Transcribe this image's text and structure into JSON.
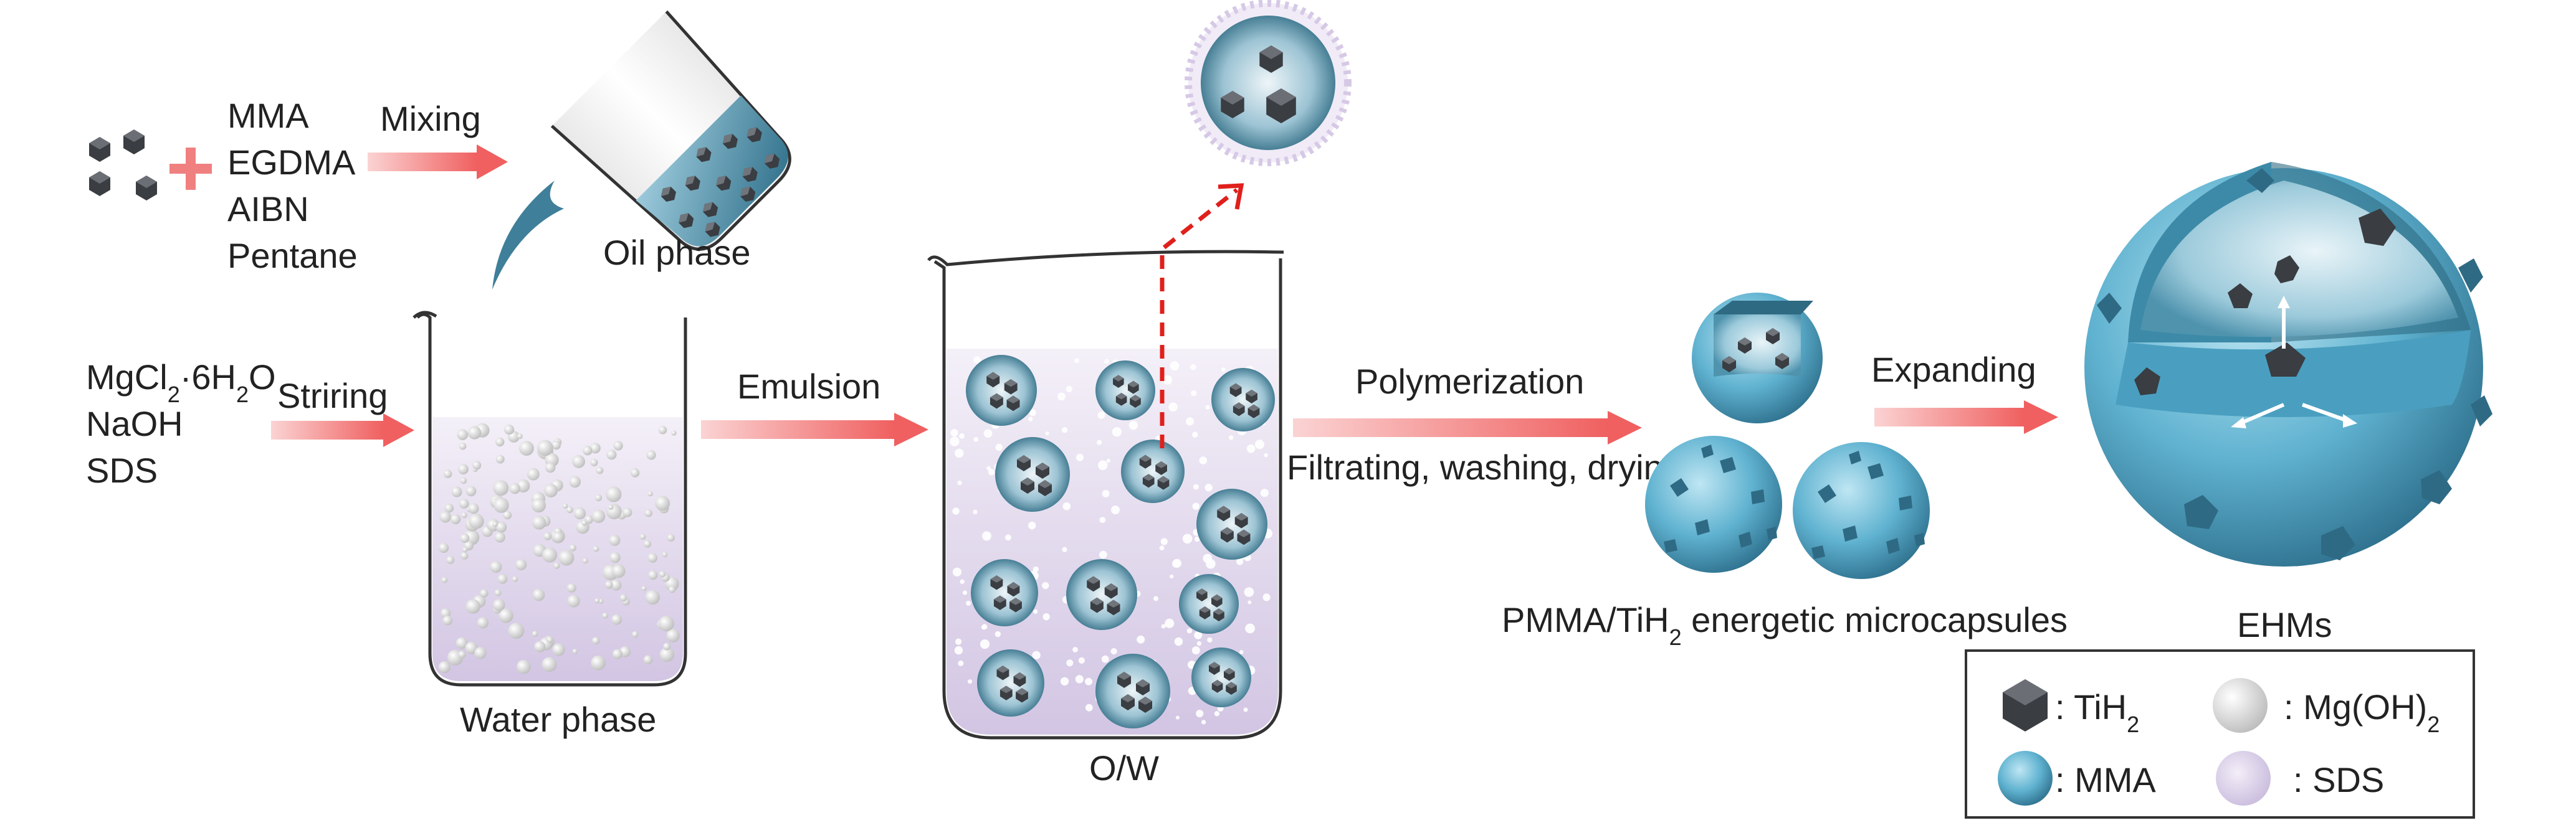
{
  "reagents_oil": [
    "MMA",
    "EGDMA",
    "AIBN",
    "Pentane"
  ],
  "reagents_water": {
    "line1": {
      "main": "MgCl",
      "sub1": "2",
      "mid": "·6H",
      "sub2": "2",
      "end": "O"
    },
    "line2": "NaOH",
    "line3": "SDS"
  },
  "steps": {
    "mixing": "Mixing",
    "striring": "Striring",
    "emulsion": "Emulsion",
    "polymerization": "Polymerization",
    "filtrating": "Filtrating, washing, drying",
    "expanding": "Expanding"
  },
  "labels": {
    "oil_phase": "Oil phase",
    "water_phase": "Water phase",
    "ow": "O/W",
    "microcapsules": {
      "pre": "PMMA/TiH",
      "sub": "2",
      "post": " energetic microcapsules"
    },
    "ehms": "EHMs"
  },
  "legend": {
    "items": [
      {
        "pre": ": TiH",
        "sub": "2",
        "post": "",
        "icon": "tih2-icon"
      },
      {
        "pre": ": Mg(OH)",
        "sub": "2",
        "post": "",
        "icon": "mgoh2-icon"
      },
      {
        "pre": ": MMA",
        "sub": "",
        "post": "",
        "icon": "mma-icon"
      },
      {
        "pre": ": SDS",
        "sub": "",
        "post": "",
        "icon": "sds-icon"
      }
    ]
  },
  "colors": {
    "arrow": "#f26d6d",
    "dashed_arrow": "#e0201c",
    "mma_blue": "#4a9fc0",
    "tih2_dark": "#3a3d42",
    "water_lavender": "#d6cde6",
    "plus": "#f08080"
  }
}
